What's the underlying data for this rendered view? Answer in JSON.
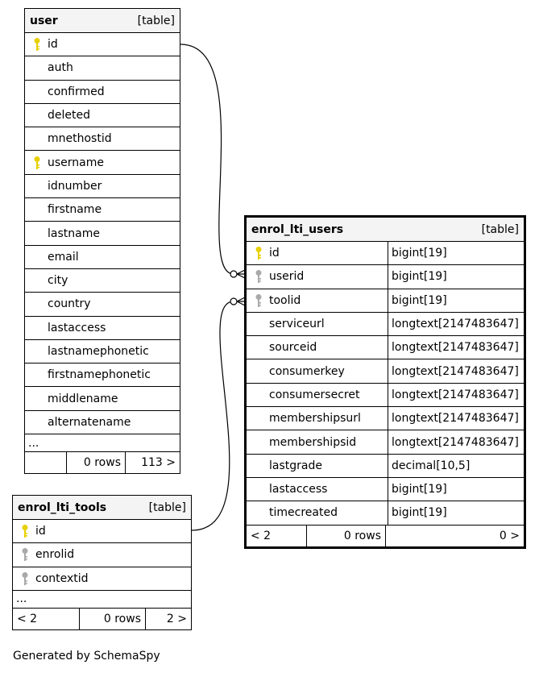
{
  "tables": {
    "user": {
      "name": "user",
      "kind": "[table]",
      "columns": [
        {
          "name": "id",
          "key": "primary"
        },
        {
          "name": "auth",
          "key": "none"
        },
        {
          "name": "confirmed",
          "key": "none"
        },
        {
          "name": "deleted",
          "key": "none"
        },
        {
          "name": "mnethostid",
          "key": "none"
        },
        {
          "name": "username",
          "key": "primary"
        },
        {
          "name": "idnumber",
          "key": "none"
        },
        {
          "name": "firstname",
          "key": "none"
        },
        {
          "name": "lastname",
          "key": "none"
        },
        {
          "name": "email",
          "key": "none"
        },
        {
          "name": "city",
          "key": "none"
        },
        {
          "name": "country",
          "key": "none"
        },
        {
          "name": "lastaccess",
          "key": "none"
        },
        {
          "name": "lastnamephonetic",
          "key": "none"
        },
        {
          "name": "firstnamephonetic",
          "key": "none"
        },
        {
          "name": "middlename",
          "key": "none"
        },
        {
          "name": "alternatename",
          "key": "none"
        }
      ],
      "more": "...",
      "footer": {
        "parents": "",
        "rows": "0 rows",
        "children": "113 >"
      }
    },
    "enrol_lti_users": {
      "name": "enrol_lti_users",
      "kind": "[table]",
      "columns": [
        {
          "name": "id",
          "type": "bigint[19]",
          "key": "primary"
        },
        {
          "name": "userid",
          "type": "bigint[19]",
          "key": "foreign"
        },
        {
          "name": "toolid",
          "type": "bigint[19]",
          "key": "foreign"
        },
        {
          "name": "serviceurl",
          "type": "longtext[2147483647]",
          "key": "none"
        },
        {
          "name": "sourceid",
          "type": "longtext[2147483647]",
          "key": "none"
        },
        {
          "name": "consumerkey",
          "type": "longtext[2147483647]",
          "key": "none"
        },
        {
          "name": "consumersecret",
          "type": "longtext[2147483647]",
          "key": "none"
        },
        {
          "name": "membershipsurl",
          "type": "longtext[2147483647]",
          "key": "none"
        },
        {
          "name": "membershipsid",
          "type": "longtext[2147483647]",
          "key": "none"
        },
        {
          "name": "lastgrade",
          "type": "decimal[10,5]",
          "key": "none"
        },
        {
          "name": "lastaccess",
          "type": "bigint[19]",
          "key": "none"
        },
        {
          "name": "timecreated",
          "type": "bigint[19]",
          "key": "none"
        }
      ],
      "footer": {
        "parents": "< 2",
        "rows": "0 rows",
        "children": "0 >"
      }
    },
    "enrol_lti_tools": {
      "name": "enrol_lti_tools",
      "kind": "[table]",
      "columns": [
        {
          "name": "id",
          "key": "primary"
        },
        {
          "name": "enrolid",
          "key": "foreign"
        },
        {
          "name": "contextid",
          "key": "foreign"
        }
      ],
      "more": "...",
      "footer": {
        "parents": "< 2",
        "rows": "0 rows",
        "children": "2 >"
      }
    }
  },
  "colors": {
    "primary_key": "#e8d000",
    "foreign_key": "#a9a9a9",
    "header_bg": "#f4f4f4",
    "line": "#000000"
  },
  "icons": {
    "primary": "key-icon",
    "foreign": "foreign-key-icon"
  },
  "caption": "Generated by SchemaSpy"
}
